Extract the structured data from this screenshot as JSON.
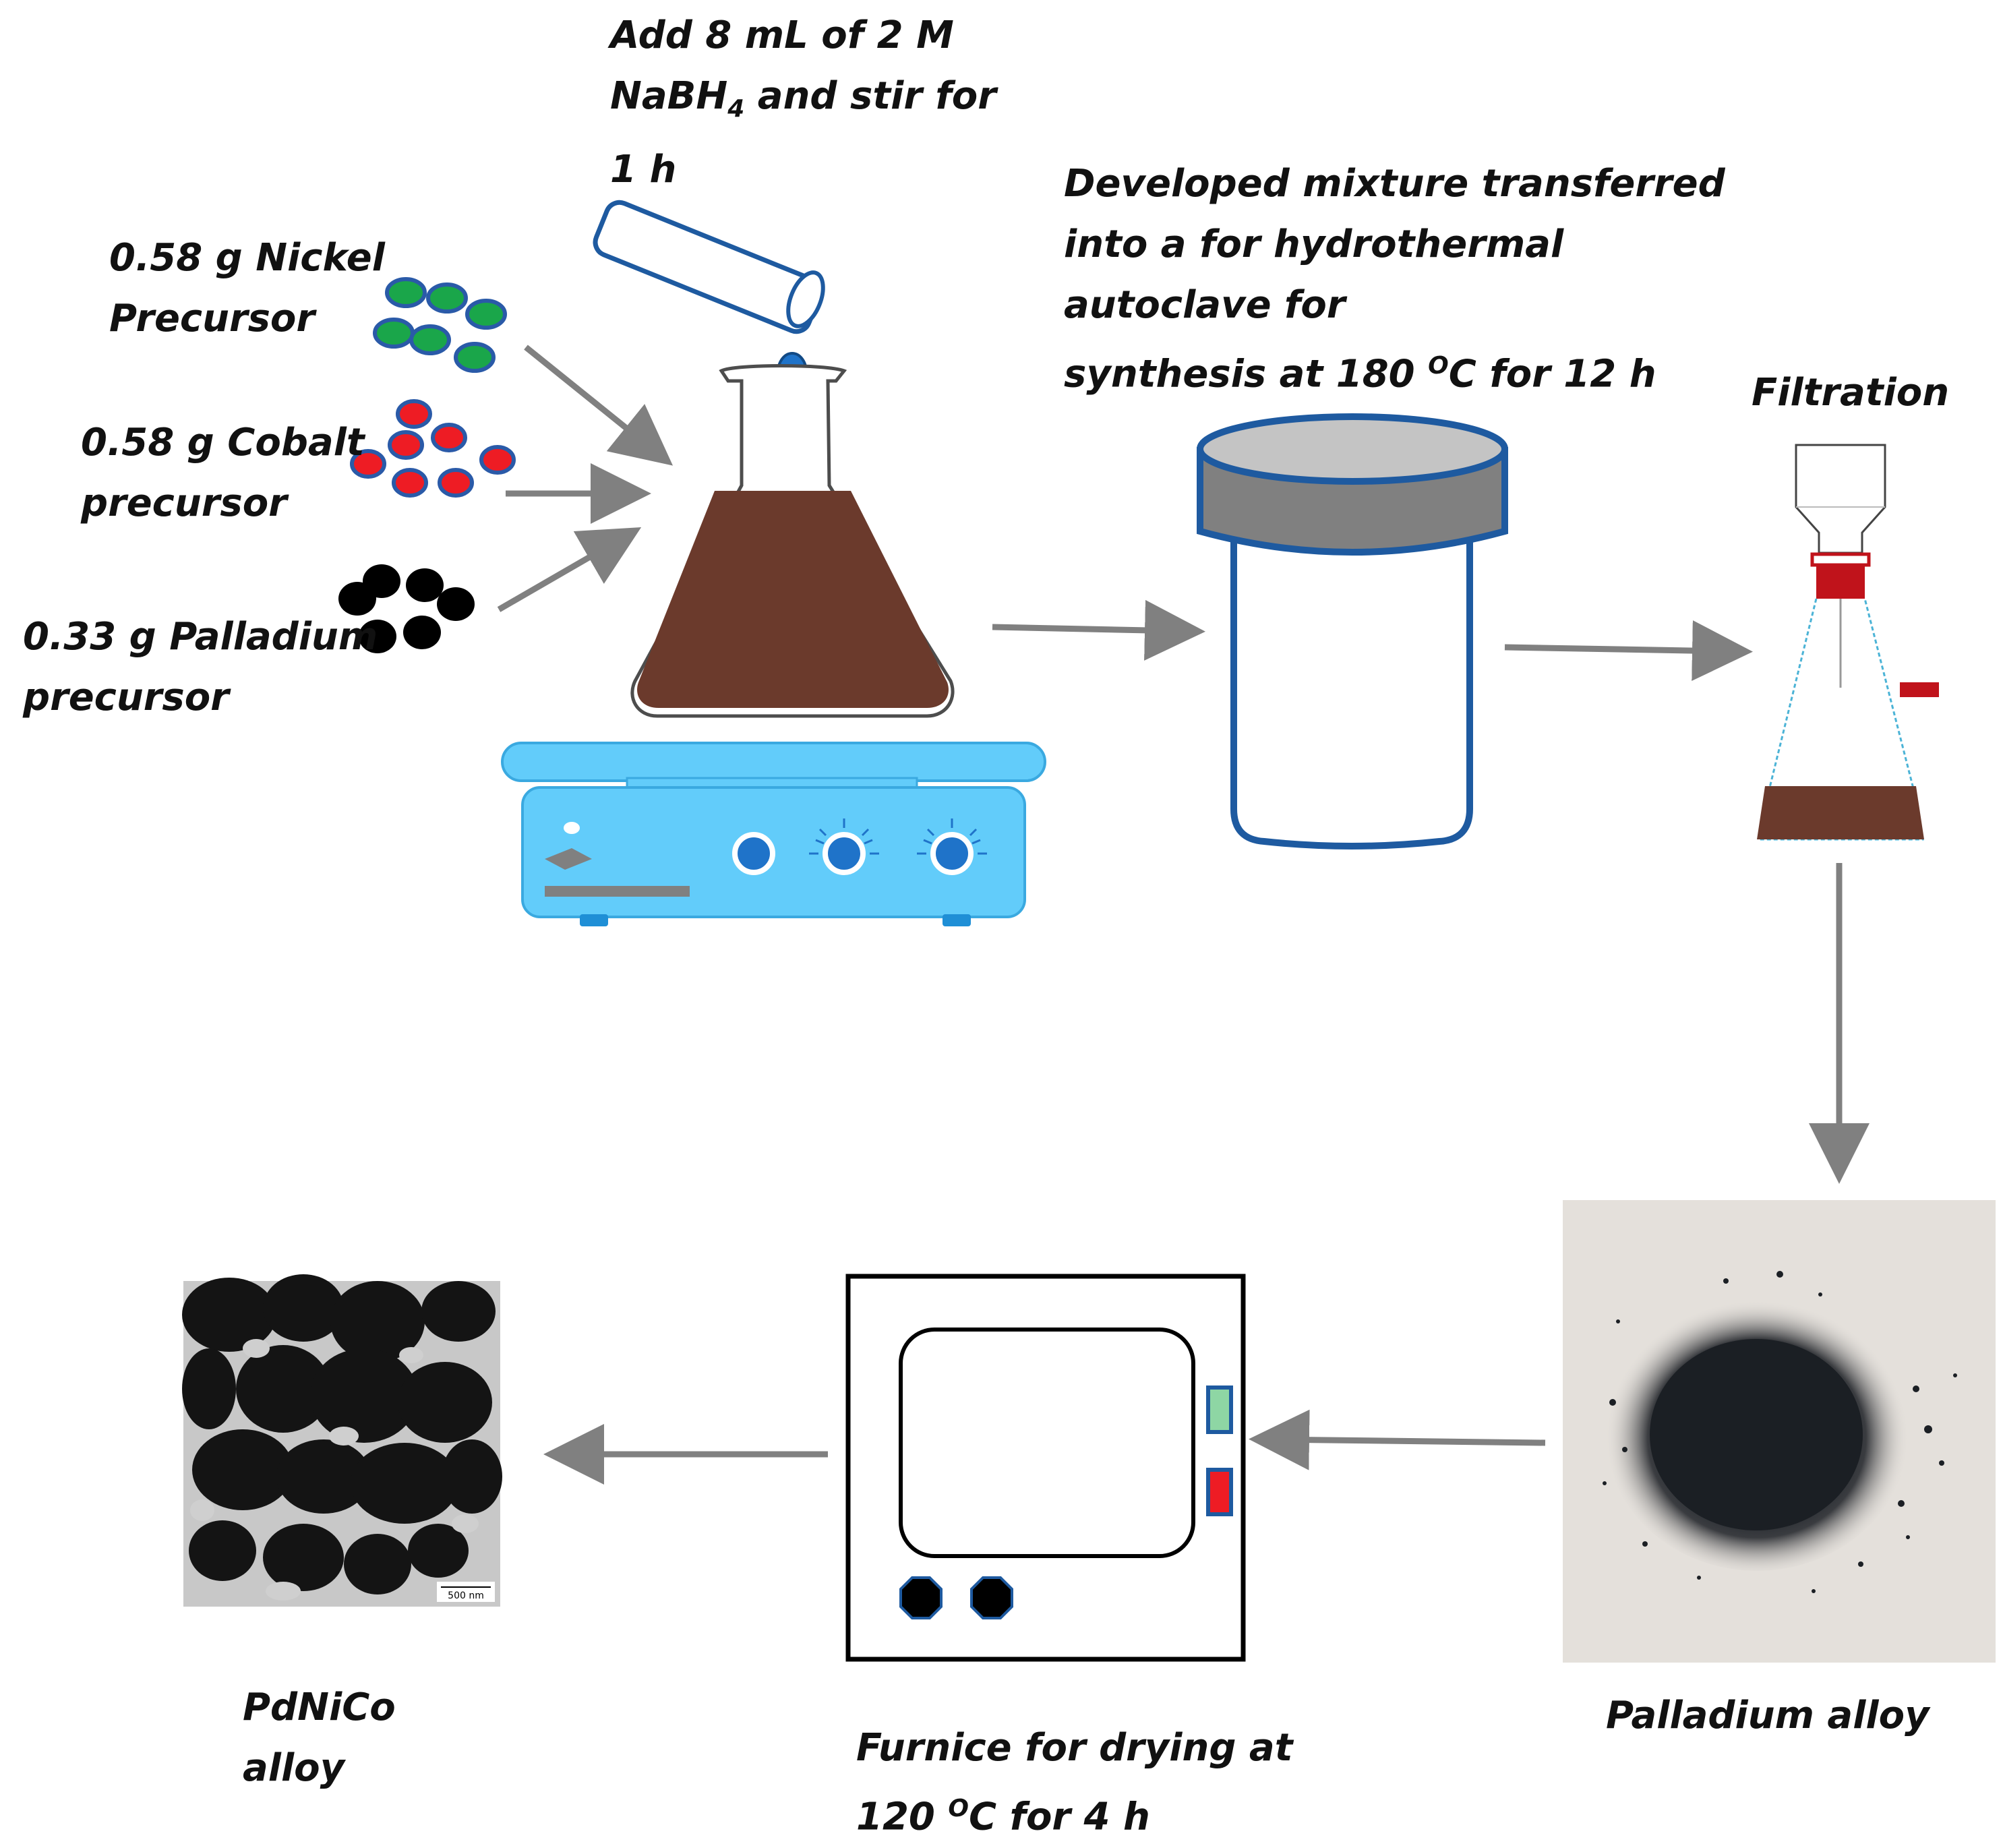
{
  "labels": {
    "nickel": [
      "0.58 g Nickel",
      "Precursor"
    ],
    "cobalt": [
      "0.58 g Cobalt",
      "precursor"
    ],
    "palladium": [
      "0.33 g Palladium",
      "precursor"
    ],
    "nabh4_l1": "Add 8 mL of 2 M",
    "nabh4_l2_pre": "NaBH",
    "nabh4_l2_sub": "4",
    "nabh4_l2_post": " and stir for",
    "nabh4_l3": "1 h",
    "auto_l1": "Developed mixture transferred",
    "auto_l2": "into a for hydrothermal",
    "auto_l3": "autoclave for",
    "auto_l4_pre": "synthesis at 180 ",
    "auto_l4_sup": "O",
    "auto_l4_post": "C for 12 h",
    "filtration": "Filtration",
    "palladium_alloy": "Palladium alloy",
    "furnace_l1": "Furnice for drying at",
    "furnace_l2_pre": "120 ",
    "furnace_l2_sup": "O",
    "furnace_l2_post": "C for 4 h",
    "pdnico": [
      "PdNiCo",
      "alloy"
    ],
    "scale_bar": "500 nm"
  },
  "colors": {
    "nickel": "#1aa64a",
    "cobalt": "#ee1c24",
    "palladium": "#000000",
    "particle_outline": "#2a5aa8",
    "liquid": "#6b3a2c",
    "droplet": "#1f73c9",
    "stirrer": "#62ccfa",
    "container_outline": "#1e5aa0",
    "lid": "#808080",
    "arrow": "#808080",
    "stopper": "#c0131b"
  },
  "icons": [
    "test-tube-icon",
    "erlenmeyer-flask-icon",
    "magnetic-stirrer-icon",
    "hydrothermal-autoclave-icon",
    "filtration-flask-icon",
    "powder-photo",
    "furnace-icon",
    "tem-image"
  ]
}
